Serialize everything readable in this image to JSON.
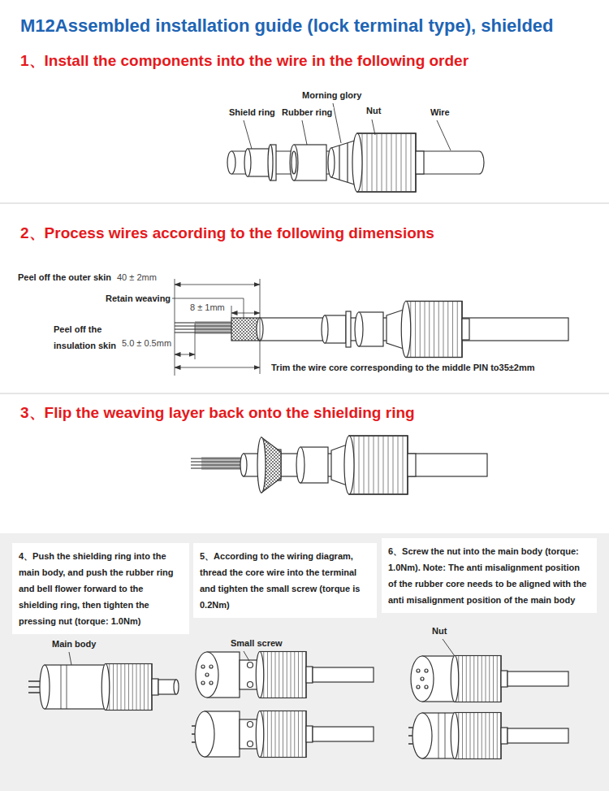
{
  "diagram": {
    "title": "M12Assembled installation guide (lock terminal type), shielded",
    "nodes": [
      {
        "text": [
          "4、Push the shielding ring into the main body, and push the rubber ring and bell flower forward to the shielding ring, then tighten the pressing nut (torque: 1.0Nm)"
        ]
      },
      {
        "text": [
          "5、According to the wiring diagram, thread the core wire into the terminal and tighten the small screw (torque is 0.2Nm)"
        ]
      },
      {
        "text": [
          "6、Screw the nut into the main body (torque: 1.0Nm). Note: The anti misalignment position of the rubber core needs to be aligned with the anti misalignment position of the main body"
        ]
      }
    ],
    "labels": [
      "1、Install the components into the wire in the following order",
      "Morning glory",
      "Shield ring",
      "Rubber ring",
      "Nut",
      "Wire",
      "2、Process wires according to the following dimensions",
      "Peel off the outer skin",
      "40 ± 2mm",
      "Retain weaving",
      "8 ± 1mm",
      "Peel off the insulation skin",
      "5.0 ± 0.5mm",
      "Trim the wire core corresponding to the middle PIN to35±2mm",
      "3、Flip the weaving layer back onto the shielding ring",
      "Main body",
      "Small screw",
      "Nut"
    ]
  }
}
